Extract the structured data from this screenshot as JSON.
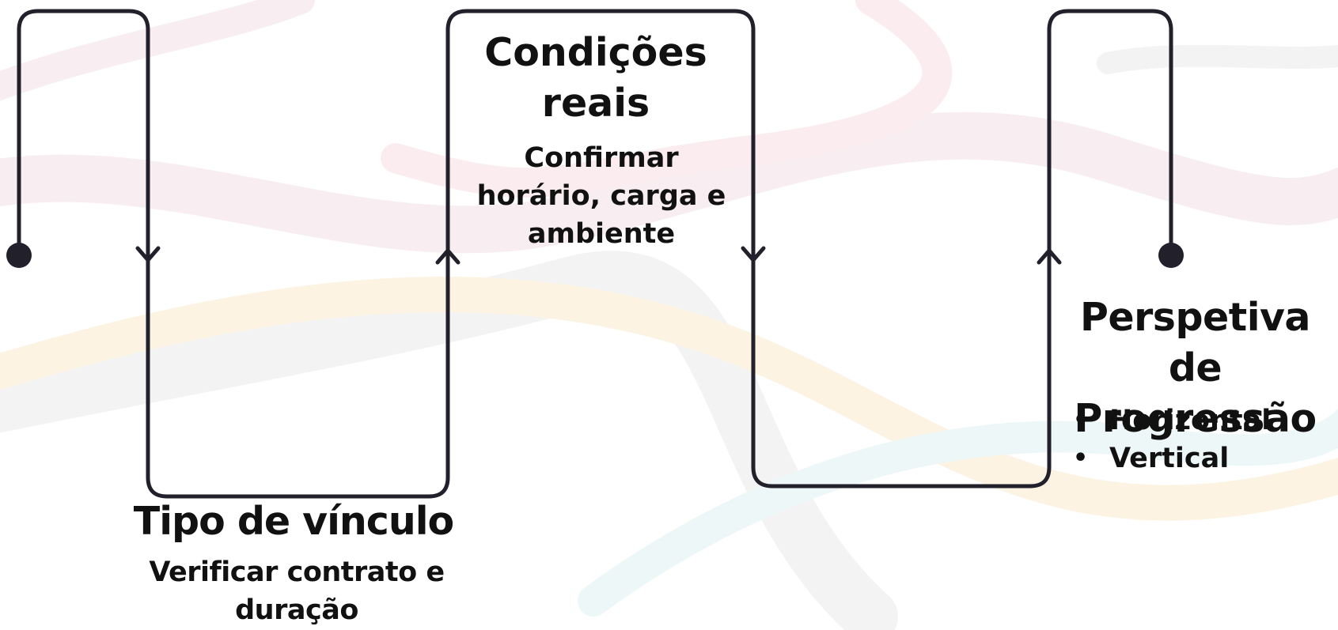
{
  "steps": [
    {
      "title": "Tipo de vínculo",
      "description": "Verificar contrato e duração"
    },
    {
      "title": "Condições reais",
      "description": "Confirmar horário, carga e ambiente"
    },
    {
      "title": "Perspetiva de Progressão",
      "bullets": [
        "Horizontal",
        "Vertical"
      ]
    }
  ],
  "colors": {
    "line": "#22202a",
    "text": "#111111",
    "swirls": [
      "#e8c4d0",
      "#d7d7d7",
      "#f5d79a",
      "#bfe3e6",
      "#f1c2c8"
    ]
  }
}
